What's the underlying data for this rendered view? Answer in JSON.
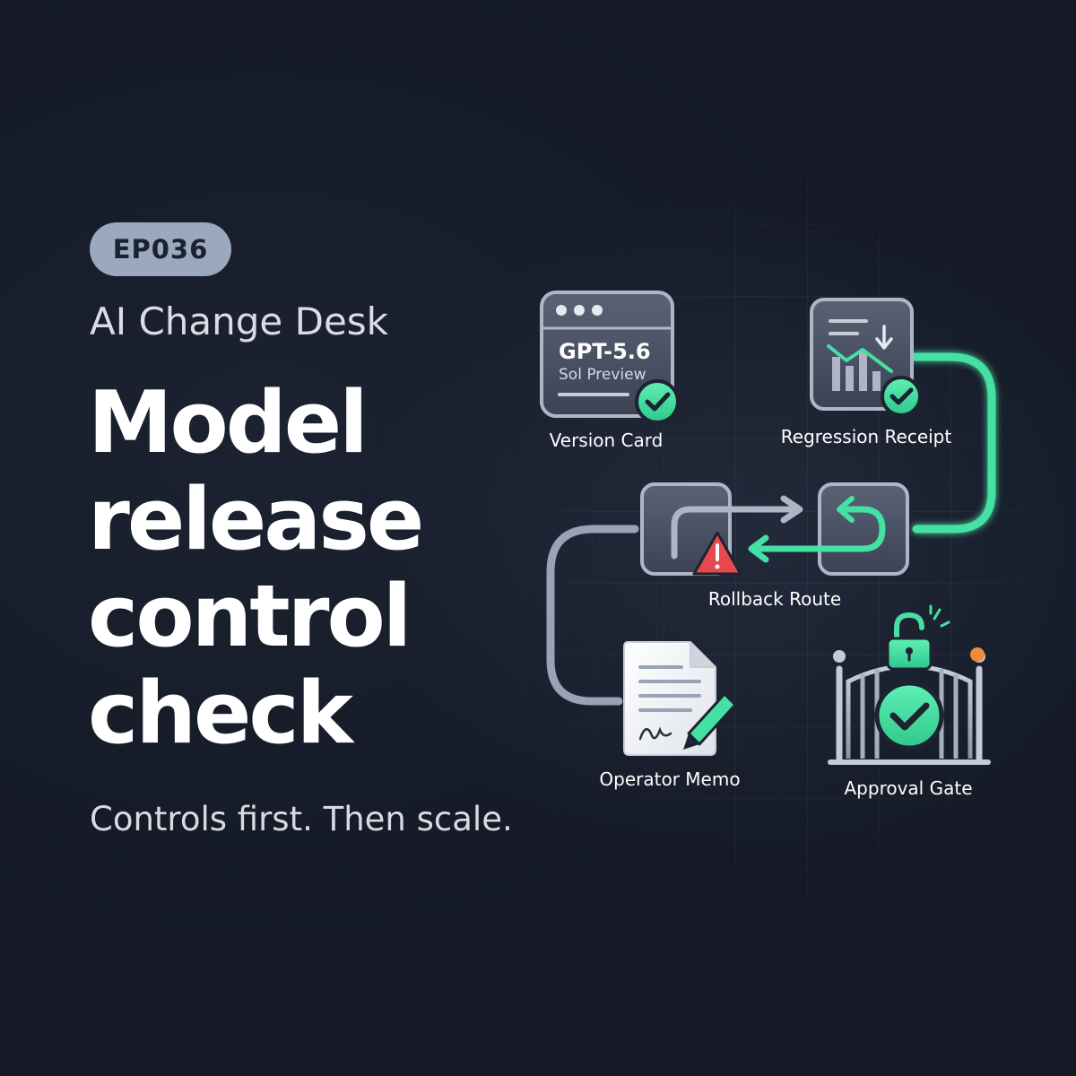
{
  "badge": "EP036",
  "eyebrow": "AI Change Desk",
  "title_lines": [
    "Model",
    "release",
    "control",
    "check"
  ],
  "tagline": "Controls first. Then scale.",
  "nodes": {
    "version_card": {
      "label": "Version Card",
      "model_name": "GPT-5.6",
      "model_variant": "Sol Preview",
      "icon": "browser-window-icon"
    },
    "regression_receipt": {
      "label": "Regression Receipt",
      "icon": "chart-receipt-icon"
    },
    "rollback_route": {
      "label": "Rollback Route",
      "icon": "rollback-arrows-icon"
    },
    "operator_memo": {
      "label": "Operator Memo",
      "icon": "signed-document-icon"
    },
    "approval_gate": {
      "label": "Approval Gate",
      "icon": "gate-lock-icon"
    }
  },
  "colors": {
    "accent": "#45e0a3",
    "warning": "#e5484d",
    "alert_dot": "#f08a3c",
    "neutral_line": "#9aa3b6"
  }
}
